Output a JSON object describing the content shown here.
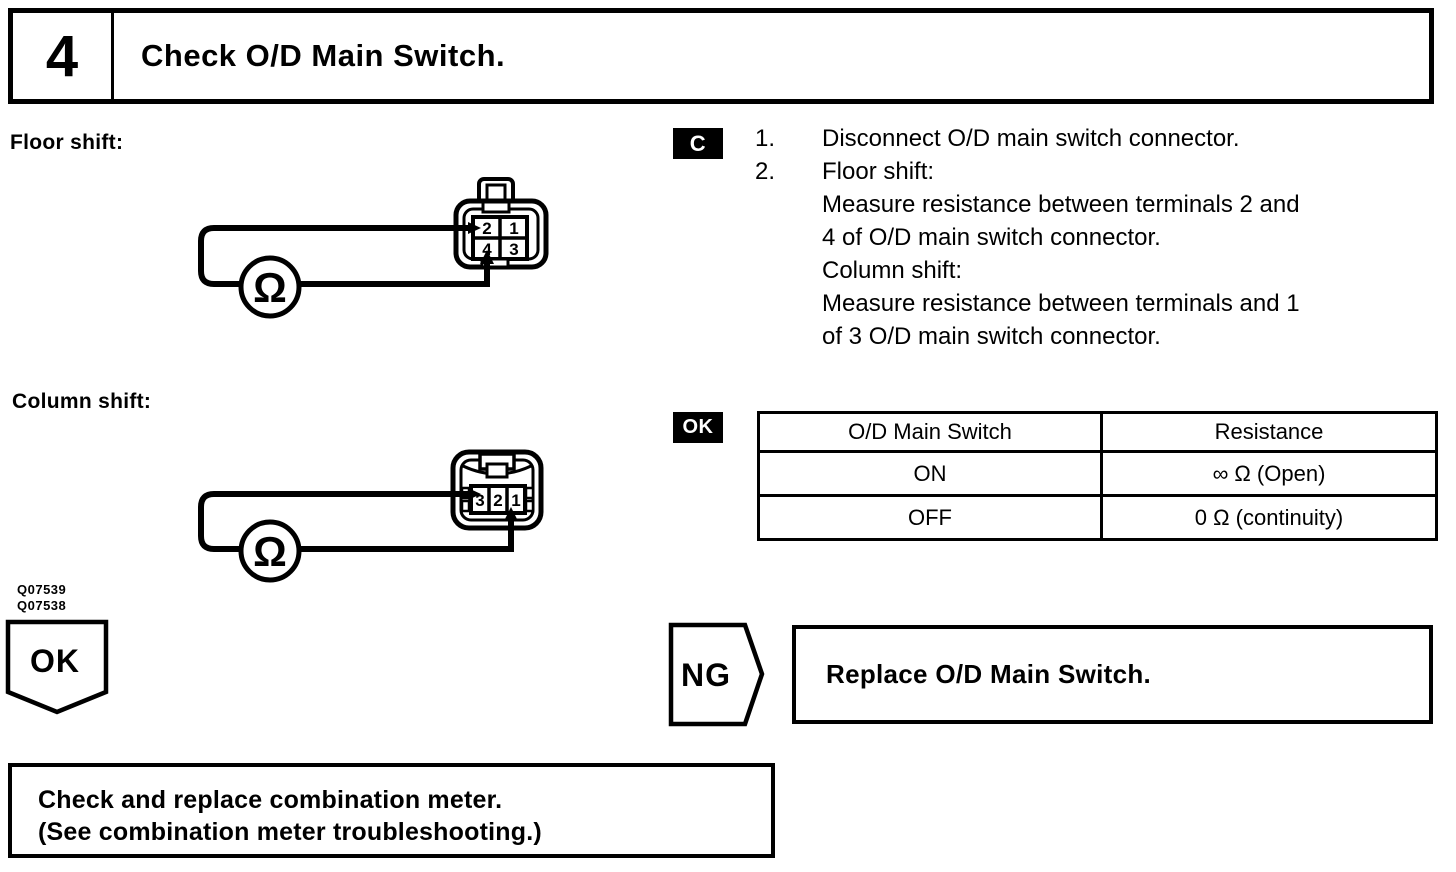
{
  "page": {
    "step_number": "4",
    "title": "Check O/D Main Switch."
  },
  "diagrams": {
    "floor_shift": {
      "label": "Floor shift:",
      "meter_symbol": "Ω",
      "terminals": [
        "2",
        "1",
        "4",
        "3"
      ]
    },
    "column_shift": {
      "label": "Column shift:",
      "meter_symbol": "Ω",
      "terminals": [
        "3",
        "2",
        "1"
      ]
    },
    "figure_codes": [
      "Q07539",
      "Q07538"
    ]
  },
  "instructions": {
    "badge": "C",
    "items": [
      {
        "number": "1.",
        "lines": [
          "Disconnect O/D main switch connector."
        ]
      },
      {
        "number": "2.",
        "lines": [
          "Floor shift:",
          "Measure resistance between terminals 2 and",
          "4 of O/D main switch connector.",
          "Column shift:",
          "Measure resistance between terminals and 1",
          "of 3 O/D main switch connector."
        ]
      }
    ]
  },
  "result_table": {
    "badge": "OK",
    "headers": [
      "O/D Main Switch",
      "Resistance"
    ],
    "rows": [
      [
        "ON",
        "∞ Ω (Open)"
      ],
      [
        "OFF",
        "0 Ω (continuity)"
      ]
    ]
  },
  "flow": {
    "ok_label": "OK",
    "ng_label": "NG",
    "ng_action": "Replace O/D Main Switch.",
    "ok_action_lines": [
      "Check and replace combination meter.",
      "(See combination meter troubleshooting.)"
    ]
  }
}
